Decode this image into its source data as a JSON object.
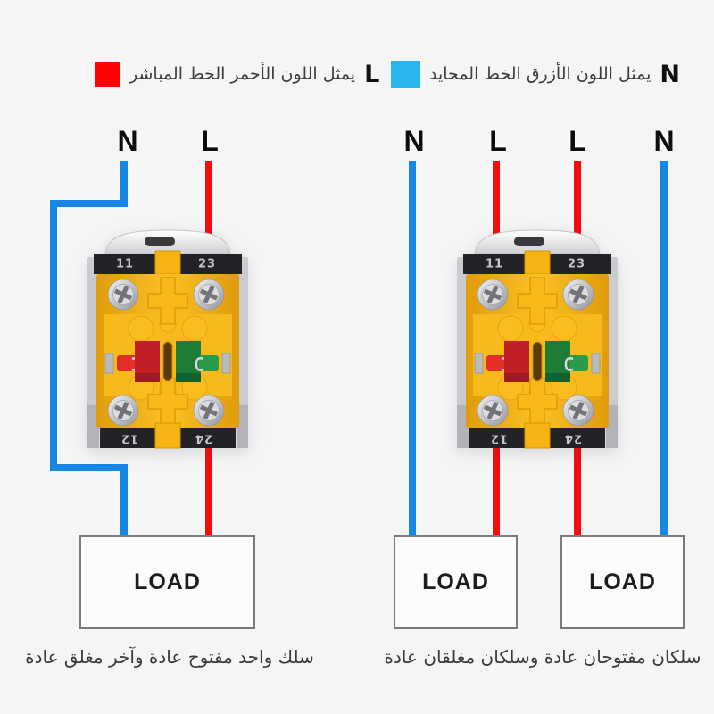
{
  "colors": {
    "live_wire": "#f30d0d",
    "neutral_wire": "#1787e4",
    "legend_live_swatch": "#fe0404",
    "legend_neutral_swatch": "#2ab5ee"
  },
  "legend": {
    "live": {
      "letter": "L",
      "description": "يمثل اللون الأحمر الخط المباشر"
    },
    "neutral": {
      "letter": "N",
      "description": "يمثل اللون الأزرق الخط المحايد"
    }
  },
  "left_diagram": {
    "wire_labels": [
      "N",
      "L"
    ],
    "switch": {
      "top_terminals": [
        "11",
        "23"
      ],
      "bottom_terminals": [
        "12",
        "24"
      ]
    },
    "load_label": "LOAD",
    "caption": "سلك واحد مفتوح عادة وآخر مغلق عادة"
  },
  "right_diagram": {
    "wire_labels": [
      "N",
      "L",
      "L",
      "N"
    ],
    "switch": {
      "top_terminals": [
        "11",
        "23"
      ],
      "bottom_terminals": [
        "12",
        "24"
      ]
    },
    "load_labels": [
      "LOAD",
      "LOAD"
    ],
    "caption": "سلكان مفتوحان عادة وسلكان مغلقان عادة"
  }
}
